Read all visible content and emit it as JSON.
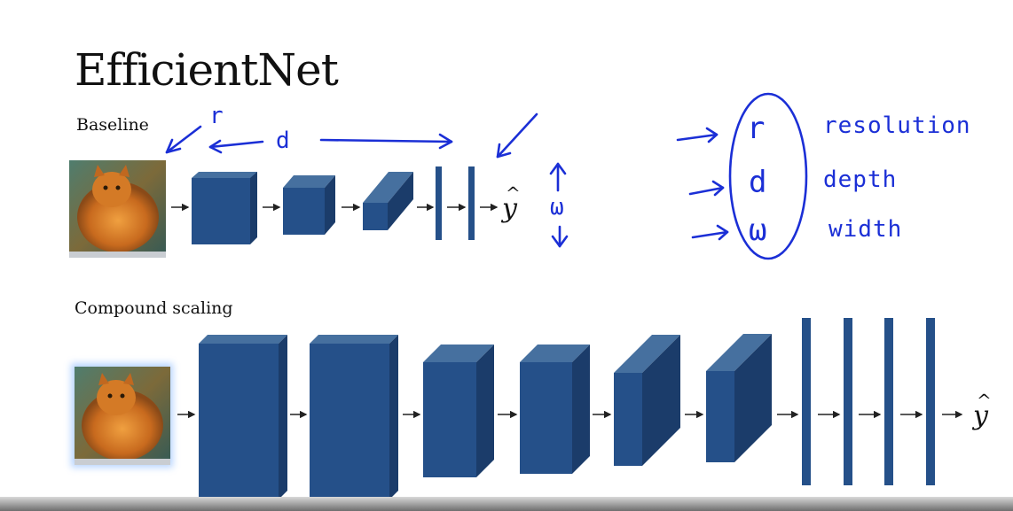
{
  "slide": {
    "title": "EfficientNet",
    "baseline_label": "Baseline",
    "compound_label": "Compound scaling",
    "output_symbol": "y"
  },
  "annotations": {
    "r": "r",
    "d": "d",
    "w": "ω",
    "resolution_symbol": "r",
    "depth_symbol": "d",
    "width_symbol": "ω",
    "resolution": "resolution",
    "depth": "depth",
    "width": "width"
  },
  "colors": {
    "block_front": "#255089",
    "block_top": "#46709f",
    "block_side": "#1b3c6a",
    "ink": "#1b2fd6"
  },
  "icons": [
    "cat-image-icon"
  ]
}
